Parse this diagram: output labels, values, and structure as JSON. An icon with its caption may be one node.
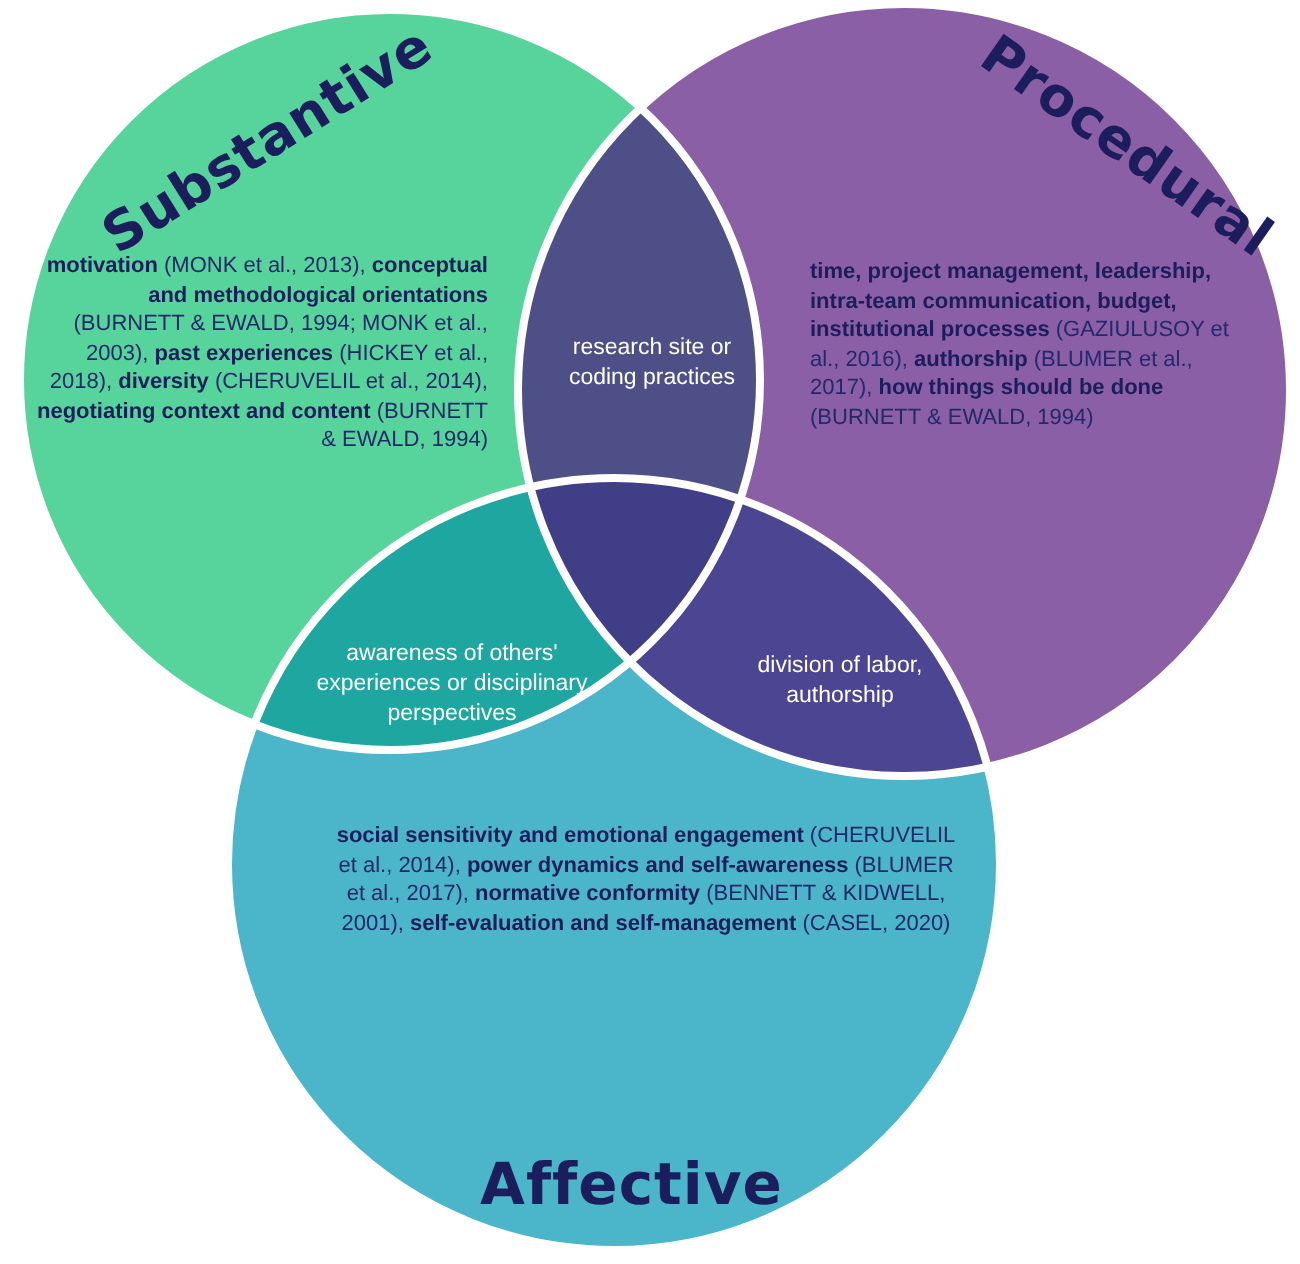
{
  "diagram": {
    "nodes": [
      {
        "text": [
          "Substantive",
          "**motivation** (MONK et al., 2013), **conceptual and methodological orientations** (BURNETT & EWALD, 1994; MONK et al., 2003), **past experiences** (HICKEY et al., 2018), **diversity** (CHERUVELIL et al., 2014), **negotiating context and content** (BURNETT & EWALD, 1994)"
        ]
      },
      {
        "text": [
          "Procedural",
          "**time, project management, leadership, intra-team communication, budget, institutional processes** (GAZIULUSOY et al., 2016), **authorship** (BLUMER et al., 2017), **how things should be done** (BURNETT & EWALD, 1994)"
        ]
      },
      {
        "text": [
          "**social sensitivity and emotional engagement** (CHERUVELIL et al., 2014), **power dynamics and self-awareness** (BLUMER et al., 2017), **normative conformity** (BENNETT & KIDWELL, 2001), **self-evaluation and self-management** (CASEL, 2020)",
          "Affective"
        ]
      },
      {
        "text": [
          "research site or coding practices"
        ]
      },
      {
        "text": [
          "awareness of others' experiences or disciplinary perspectives"
        ]
      },
      {
        "text": [
          "division of labor, authorship"
        ]
      }
    ]
  }
}
